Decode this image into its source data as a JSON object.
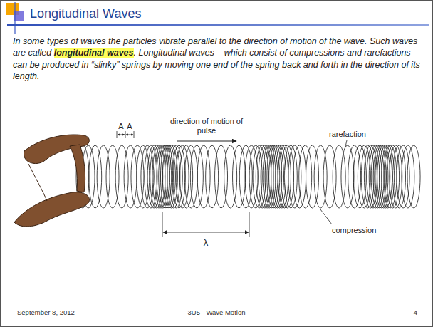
{
  "diagram": {
    "title": "Longitudinal Waves",
    "labels": [
      "In some types of waves the particles vibrate parallel to the direction of motion of the wave. Such waves are called",
      "longitudinal waves",
      ". Longitudinal waves – which consist of compressions and rarefactions – can be produced in “slinky” springs by moving one end of the spring back and forth in the direction of its length.",
      "A",
      "A",
      "direction of motion of pulse",
      "rarefaction",
      "compression",
      "λ",
      "September 8, 2012",
      "3U5 - Wave Motion",
      "4"
    ]
  }
}
